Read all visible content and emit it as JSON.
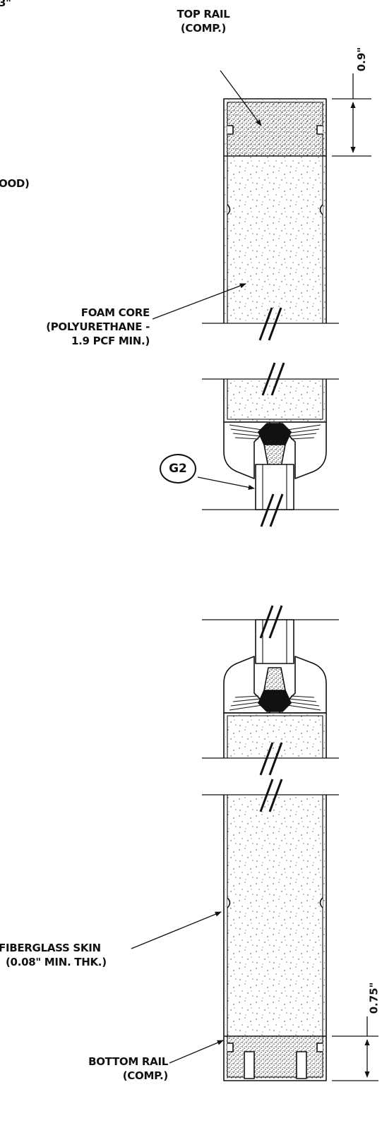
{
  "labels": {
    "partial_top_left": "3\"",
    "partial_wood": "OOD)",
    "top_rail": {
      "line1": "TOP RAIL",
      "line2": "(COMP.)"
    },
    "foam_core": {
      "line1": "FOAM CORE",
      "line2": "(POLYURETHANE -",
      "line3": "1.9 PCF MIN.)"
    },
    "glazing_tag": "G2",
    "fiberglass_skin": {
      "line1": "FIBERGLASS SKIN",
      "line2": "(0.08\" MIN. THK.)"
    },
    "bottom_rail": {
      "line1": "BOTTOM RAIL",
      "line2": "(COMP.)"
    }
  },
  "dimensions": {
    "top_rail_height": "0.9\"",
    "bottom_rail_height": "0.75\""
  },
  "colors": {
    "line": "#111111",
    "background": "#ffffff"
  }
}
